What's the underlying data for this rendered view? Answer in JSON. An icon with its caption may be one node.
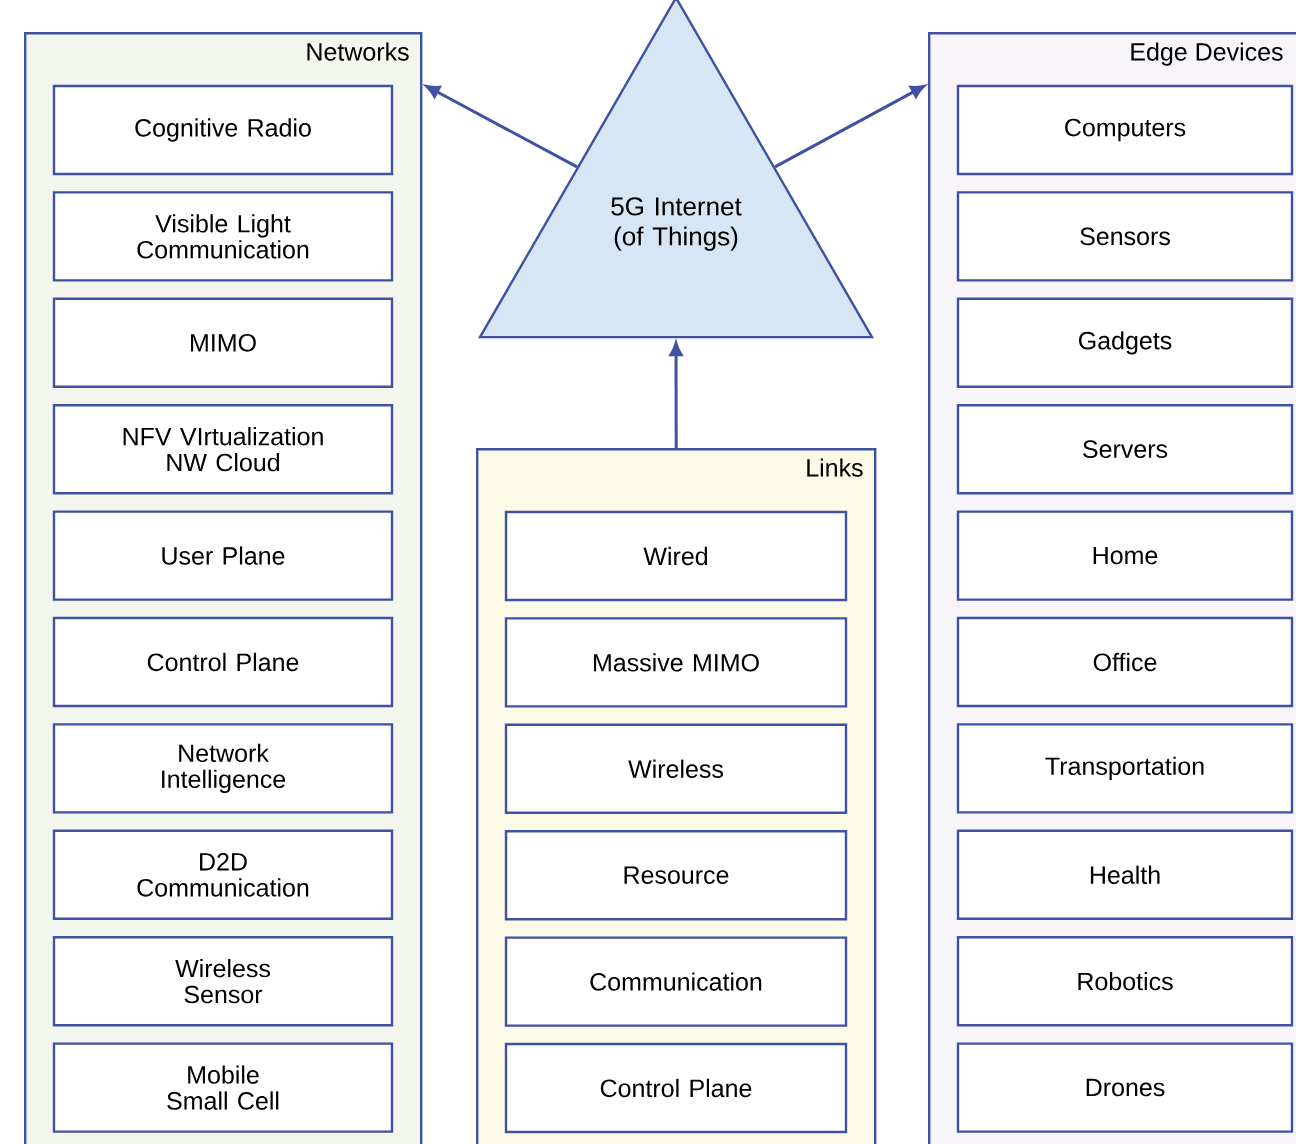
{
  "diagram": {
    "nodes": [
      {
        "text": [
          "Networks"
        ]
      },
      {
        "text": [
          "Cognitive Radio"
        ],
        "in": 0
      },
      {
        "text": [
          "Visible Light Communication"
        ],
        "in": 0
      },
      {
        "text": [
          "MIMO"
        ],
        "in": 0
      },
      {
        "text": [
          "NFV VIrtualization NW Cloud"
        ],
        "in": 0
      },
      {
        "text": [
          "User Plane"
        ],
        "in": 0
      },
      {
        "text": [
          "Control Plane"
        ],
        "in": 0
      },
      {
        "text": [
          "Network Intelligence"
        ],
        "in": 0
      },
      {
        "text": [
          "D2D Communication"
        ],
        "in": 0
      },
      {
        "text": [
          "Wireless Sensor"
        ],
        "in": 0
      },
      {
        "text": [
          "Mobile Small Cell"
        ],
        "in": 0
      },
      {
        "text": [
          "5G Internet (of Things)"
        ]
      },
      {
        "text": [
          "Links"
        ]
      },
      {
        "text": [
          "Wired"
        ],
        "in": 12
      },
      {
        "text": [
          "Massive MIMO"
        ],
        "in": 12
      },
      {
        "text": [
          "Wireless"
        ],
        "in": 12
      },
      {
        "text": [
          "Resource"
        ],
        "in": 12
      },
      {
        "text": [
          "Communication"
        ],
        "in": 12
      },
      {
        "text": [
          "Control Plane"
        ],
        "in": 12
      },
      {
        "text": [
          "Edge Devices"
        ]
      },
      {
        "text": [
          "Computers"
        ],
        "in": 19
      },
      {
        "text": [
          "Sensors"
        ],
        "in": 19
      },
      {
        "text": [
          "Gadgets"
        ],
        "in": 19
      },
      {
        "text": [
          "Servers"
        ],
        "in": 19
      },
      {
        "text": [
          "Home"
        ],
        "in": 19
      },
      {
        "text": [
          "Office"
        ],
        "in": 19
      },
      {
        "text": [
          "Transportation"
        ],
        "in": 19
      },
      {
        "text": [
          "Health"
        ],
        "in": 19
      },
      {
        "text": [
          "Robotics"
        ],
        "in": 19
      },
      {
        "text": [
          "Drones"
        ],
        "in": 19
      }
    ],
    "edges": [
      {
        "from": 11,
        "to": 0,
        "arrow": "to"
      },
      {
        "from": 11,
        "to": 19,
        "arrow": "to"
      },
      {
        "from": 12,
        "to": 11,
        "arrow": "to"
      }
    ]
  }
}
